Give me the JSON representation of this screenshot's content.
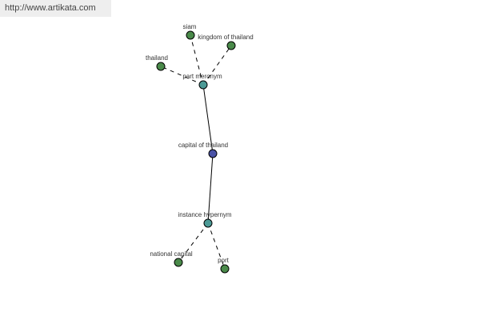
{
  "site_url": "http://www.artikata.com",
  "graph": {
    "center": {
      "label": "capital of thailand",
      "color": "#4a52a6"
    },
    "relations": [
      {
        "key": "part-meronym",
        "label": "part meronym",
        "color": "#4c9a96"
      },
      {
        "key": "instance-hypernym",
        "label": "instance hypernym",
        "color": "#4c9a96"
      }
    ],
    "leaves": [
      {
        "key": "siam",
        "label": "siam",
        "relation": "part-meronym",
        "color": "#4a8a4a"
      },
      {
        "key": "kingdom-of-thailand",
        "label": "kingdom of thailand",
        "relation": "part-meronym",
        "color": "#4a8a4a"
      },
      {
        "key": "thailand",
        "label": "thailand",
        "relation": "part-meronym",
        "color": "#4a8a4a"
      },
      {
        "key": "national-capital",
        "label": "national capital",
        "relation": "instance-hypernym",
        "color": "#4a8a4a"
      },
      {
        "key": "port",
        "label": "port",
        "relation": "instance-hypernym",
        "color": "#4a8a4a"
      }
    ]
  }
}
